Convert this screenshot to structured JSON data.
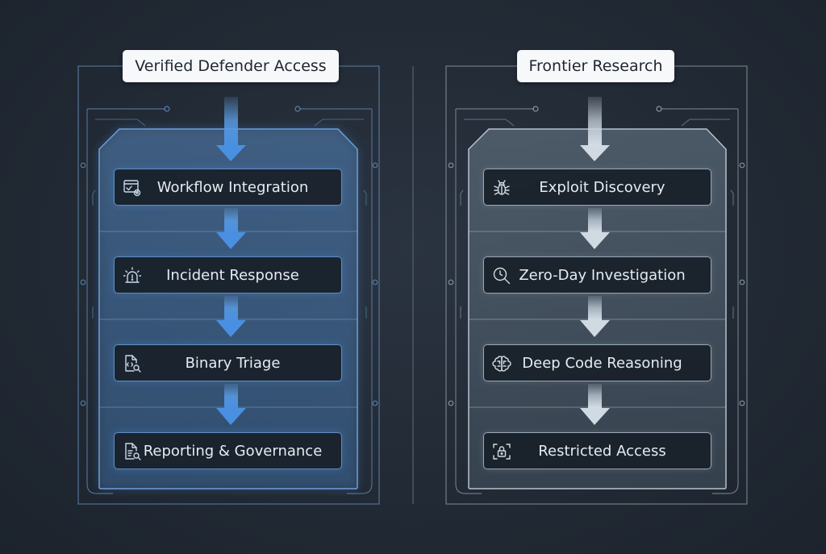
{
  "panels": [
    {
      "title": "Verified Defender Access",
      "accent": "#4a90d9",
      "steps": [
        {
          "label": "Workflow Integration",
          "icon": "browser-gear-icon"
        },
        {
          "label": "Incident Response",
          "icon": "alarm-siren-icon"
        },
        {
          "label": "Binary Triage",
          "icon": "code-file-search-icon"
        },
        {
          "label": "Reporting & Governance",
          "icon": "report-search-icon"
        }
      ]
    },
    {
      "title": "Frontier Research",
      "accent": "#c6d3df",
      "steps": [
        {
          "label": "Exploit Discovery",
          "icon": "bug-icon"
        },
        {
          "label": "Zero-Day Investigation",
          "icon": "magnifier-clock-icon"
        },
        {
          "label": "Deep Code Reasoning",
          "icon": "brain-icon"
        },
        {
          "label": "Restricted Access",
          "icon": "lock-icon"
        }
      ]
    }
  ]
}
